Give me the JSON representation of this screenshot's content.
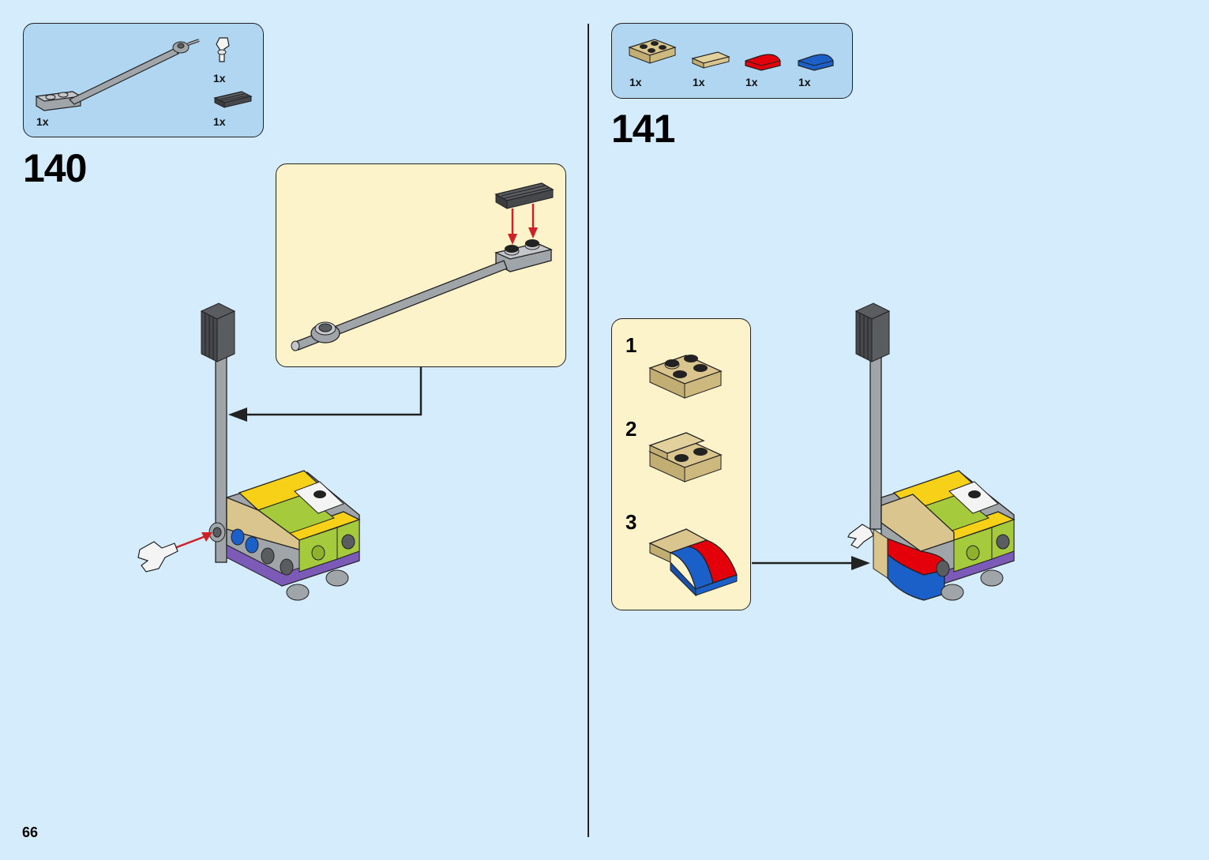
{
  "page_number": "66",
  "steps": [
    {
      "number": "140",
      "parts": [
        {
          "icon": "long-bar-plate-icon",
          "qty": "1x"
        },
        {
          "icon": "clip-piece-icon",
          "qty": "1x"
        },
        {
          "icon": "grille-tile-icon",
          "qty": "1x"
        }
      ]
    },
    {
      "number": "141",
      "parts": [
        {
          "icon": "tan-plate-2x2-icon",
          "qty": "1x"
        },
        {
          "icon": "tan-tile-icon",
          "qty": "1x"
        },
        {
          "icon": "red-curved-slope-icon",
          "qty": "1x"
        },
        {
          "icon": "blue-curved-slope-icon",
          "qty": "1x"
        }
      ],
      "substeps": [
        "1",
        "2",
        "3"
      ]
    }
  ],
  "colors": {
    "page_bg": "#d4ecfb",
    "parts_box": "#b0d6f2",
    "callout": "#fdf3cb",
    "arrow_red": "#d01f26",
    "brick_yellow": "#f7d117",
    "brick_lime": "#a5ca3c",
    "brick_tan": "#d9c58d",
    "brick_red": "#e3000b",
    "brick_blue": "#1b5fc9",
    "brick_purple": "#7b5ab8",
    "brick_gray": "#a0a5a9",
    "brick_dark": "#5a5d60"
  }
}
